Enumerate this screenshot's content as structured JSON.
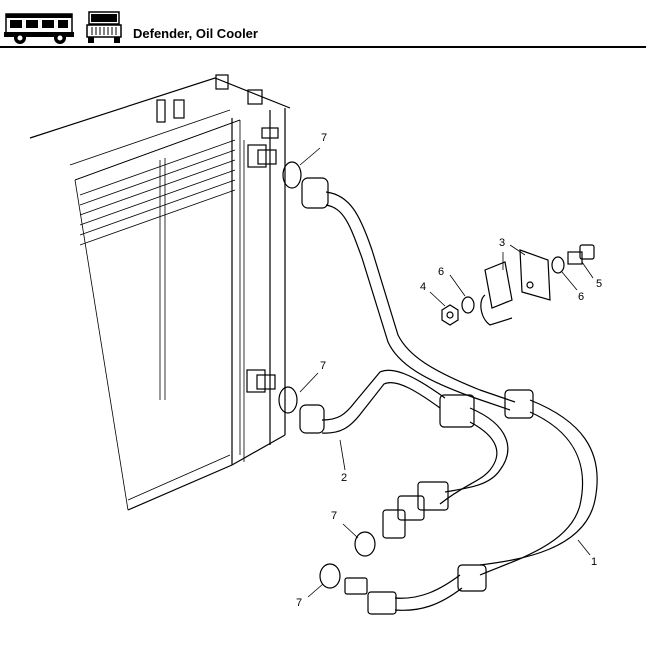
{
  "header": {
    "title": "Defender, Oil Cooler",
    "icons": [
      "defender-station-wagon-side-icon",
      "defender-front-icon"
    ]
  },
  "callouts": {
    "c1": "1",
    "c2": "2",
    "c3": "3",
    "c4": "4",
    "c5": "5",
    "c6a": "6",
    "c6b": "6",
    "c7a": "7",
    "c7b": "7",
    "c7c": "7",
    "c7d": "7"
  }
}
